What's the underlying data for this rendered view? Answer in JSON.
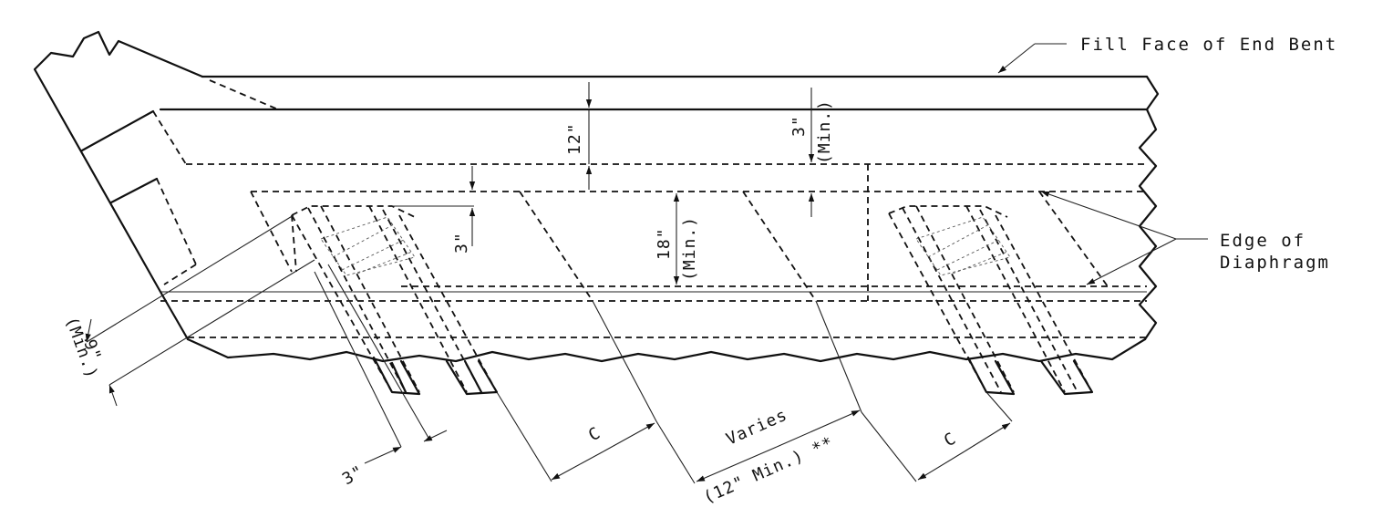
{
  "callouts": {
    "fill_face": "Fill Face of End Bent",
    "edge_line1": "Edge of",
    "edge_line2": "Diaphragm"
  },
  "dimensions": {
    "top_12": "12\"",
    "top_3_min_value": "3\"",
    "top_3_min_note": "(Min.)",
    "mid_3": "3\"",
    "mid_18_value": "18\"",
    "mid_18_note": "(Min.)",
    "left_9_value": "9\"",
    "left_9_note": "(Min.)",
    "bottom_3": "3\"",
    "c_left": "C",
    "c_right": "C",
    "varies": "Varies",
    "varies_note": "(12\" Min.) **"
  }
}
